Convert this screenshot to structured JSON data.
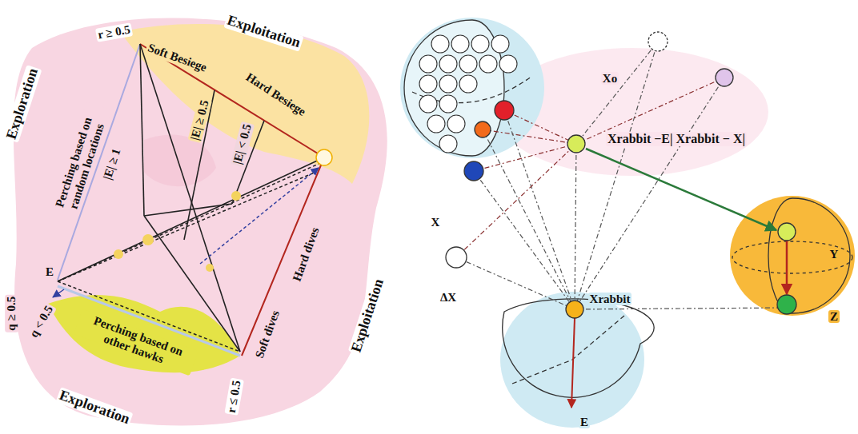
{
  "diagram": {
    "labels": [
      "Exploitation",
      "r ≥ 0.5",
      "Soft Besiege",
      "Hard Besiege",
      "Exploration",
      "Perching based on random locations",
      "|E| ≥ 1",
      "|E| ≥ 0.5",
      "|E| < 0.5",
      "E",
      "q ≥ 0.5",
      "q < 0.5",
      "Hard dives",
      "Soft dives",
      "Perching based on other hawks",
      "Exploitation",
      "r ≤ 0.5",
      "Exploration",
      "Xo",
      "Xrabbit −E| Xrabbit − X|",
      "X",
      "ΔX",
      "Xrabbit",
      "Y",
      "Z",
      "E"
    ]
  }
}
